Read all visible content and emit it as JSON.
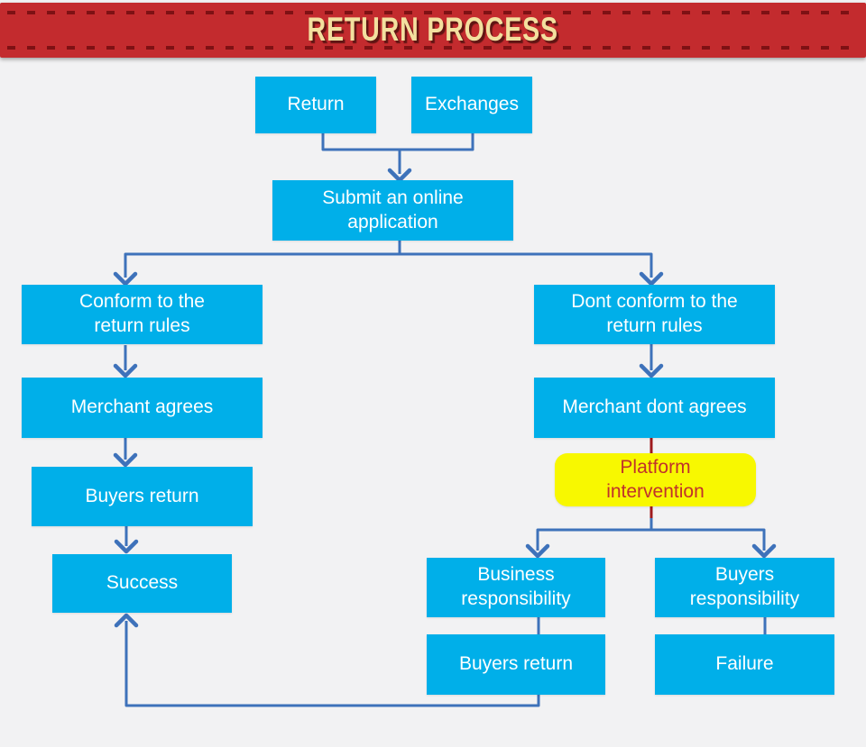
{
  "page": {
    "background": "#F2F2F3"
  },
  "header": {
    "title": "RETURN PROCESS"
  },
  "colors": {
    "page_bg": "#F2F2F3",
    "banner": "#C32B2E",
    "banner_dash": "#7E1114",
    "banner_text": "#F3E09F",
    "node_fill": "#00AFE9",
    "node_text": "#FFFFFF",
    "highlight_fill": "#F8F800",
    "highlight_text": "#C0322B",
    "connector": "#3E72BA",
    "connector_red": "#9E1A1D"
  },
  "nodes": {
    "return": {
      "label": "Return"
    },
    "exchanges": {
      "label": "Exchanges"
    },
    "submit": {
      "label": "Submit an online\napplication"
    },
    "conform": {
      "label": "Conform to the\nreturn rules"
    },
    "merchant_agrees": {
      "label": "Merchant agrees"
    },
    "buyers_return": {
      "label": "Buyers return"
    },
    "success": {
      "label": "Success"
    },
    "dont_conform": {
      "label": "Dont conform to the\nreturn rules"
    },
    "merchant_dont_agrees": {
      "label": "Merchant dont agrees"
    },
    "platform": {
      "label": "Platform\nintervention"
    },
    "business_resp": {
      "label": "Business\nresponsibility"
    },
    "buyers_resp": {
      "label": "Buyers\nresponsibility"
    },
    "buyers_return2": {
      "label": "Buyers return"
    },
    "failure": {
      "label": "Failure"
    }
  },
  "edges": [
    {
      "from": "return",
      "to": "submit"
    },
    {
      "from": "exchanges",
      "to": "submit"
    },
    {
      "from": "submit",
      "to": "conform"
    },
    {
      "from": "submit",
      "to": "dont_conform"
    },
    {
      "from": "conform",
      "to": "merchant_agrees"
    },
    {
      "from": "merchant_agrees",
      "to": "buyers_return"
    },
    {
      "from": "buyers_return",
      "to": "success"
    },
    {
      "from": "dont_conform",
      "to": "merchant_dont_agrees"
    },
    {
      "from": "merchant_dont_agrees",
      "to": "platform"
    },
    {
      "from": "platform",
      "to": "business_resp"
    },
    {
      "from": "platform",
      "to": "buyers_resp"
    },
    {
      "from": "business_resp",
      "to": "buyers_return2"
    },
    {
      "from": "buyers_resp",
      "to": "failure"
    },
    {
      "from": "buyers_return2",
      "to": "success"
    }
  ]
}
